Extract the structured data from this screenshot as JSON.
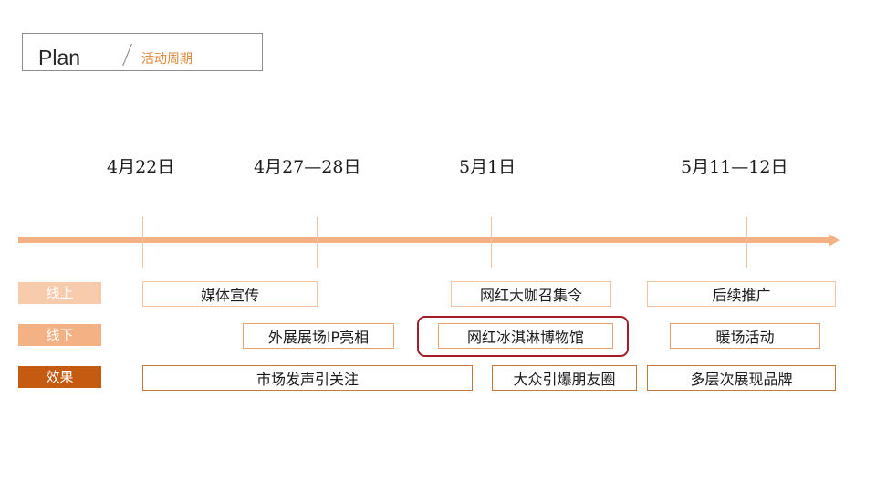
{
  "header": {
    "title": "Plan",
    "subtitle": "活动周期"
  },
  "dates": [
    "4月22日",
    "4月27—28日",
    "5月1日",
    "5月11—12日"
  ],
  "rows": {
    "online": {
      "label": "线上",
      "color": "#f8cbad",
      "items": [
        "媒体宣传",
        "网红大咖召集令",
        "后续推广"
      ]
    },
    "offline": {
      "label": "线下",
      "color": "#f4b183",
      "items": [
        "外展展场IP亮相",
        "网红冰淇淋博物馆",
        "暖场活动"
      ]
    },
    "effect": {
      "label": "效果",
      "color": "#c55a11",
      "items": [
        "市场发声引关注",
        "大众引爆朋友圈",
        "多层次展现品牌"
      ]
    }
  },
  "colors": {
    "timeline": "#f4b183",
    "highlight": "#a31c2a",
    "subtitle": "#e08a3c"
  }
}
